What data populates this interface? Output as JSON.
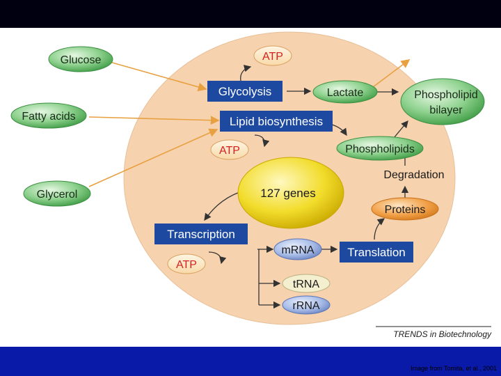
{
  "nodes": {
    "glucose": "Glucose",
    "fatty_acids": "Fatty acids",
    "glycerol": "Glycerol",
    "atp_top": "ATP",
    "glycolysis": "Glycolysis",
    "lactate": "Lactate",
    "phospholipid_bilayer_line1": "Phospholipid",
    "phospholipid_bilayer_line2": "bilayer",
    "lipid_biosynthesis": "Lipid biosynthesis",
    "atp_middle": "ATP",
    "phospholipids": "Phospholipids",
    "genes": "127 genes",
    "degradation": "Degradation",
    "proteins": "Proteins",
    "transcription": "Transcription",
    "mrna": "mRNA",
    "translation": "Translation",
    "atp_bottom": "ATP",
    "trna": "tRNA",
    "rrna": "rRNA"
  },
  "source_label": "TRENDS in Biotechnology",
  "credit": "Image from Tomita, et al., 2001",
  "colors": {
    "cell": "#f6d2ae",
    "green_node": "#8fd28f",
    "blue_box": "#1d4aa0",
    "yellow_nucleus": "#f2dc2a",
    "orange_node": "#f2a24a",
    "arrow_orange": "#e8a040",
    "bottom_bar": "#0a1aa8"
  }
}
